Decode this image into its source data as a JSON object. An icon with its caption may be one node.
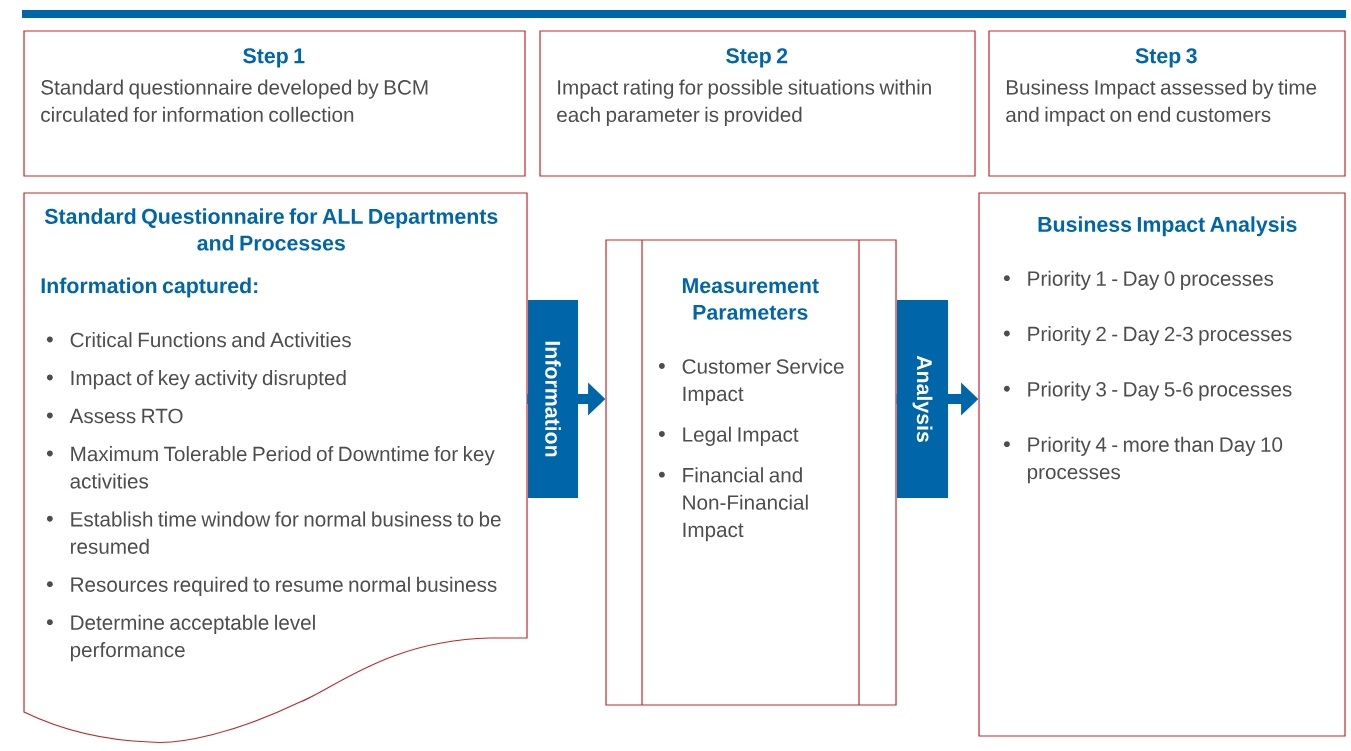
{
  "diagram": {
    "nodes": [
      {
        "text": [
          "Step 1",
          "Standard questionnaire developed by BCM circulated for information collection"
        ]
      },
      {
        "text": [
          "Step 2",
          "Impact rating for possible situations within each parameter is provided"
        ]
      },
      {
        "text": [
          "Step 3",
          "Business Impact assessed by time and impact on end customers"
        ]
      },
      {
        "text": [
          "Standard Questionnaire for ALL Departments and Processes",
          "Information captured:",
          "Critical Functions and Activities",
          "Impact of key activity disrupted",
          "Assess RTO",
          "Maximum Tolerable Period of Downtime for key activities",
          "Establish time window for normal business to be resumed",
          "Resources required to resume normal business",
          "Determine acceptable level performance"
        ]
      },
      {
        "text": [
          "Measurement Parameters",
          "Customer Service Impact",
          "Legal Impact",
          "Financial and Non-Financial Impact"
        ]
      },
      {
        "text": [
          "Business Impact Analysis",
          "Priority 1 - Day 0 processes",
          "Priority 2 - Day 2-3 processes",
          "Priority 3 - Day 5-6 processes",
          "Priority 4 - more than Day 10 processes"
        ]
      }
    ],
    "edges": [
      {
        "from": 3,
        "to": 4,
        "arrow": "to",
        "label": "Information"
      },
      {
        "from": 4,
        "to": 5,
        "arrow": "to",
        "label": "Analysis"
      }
    ]
  }
}
